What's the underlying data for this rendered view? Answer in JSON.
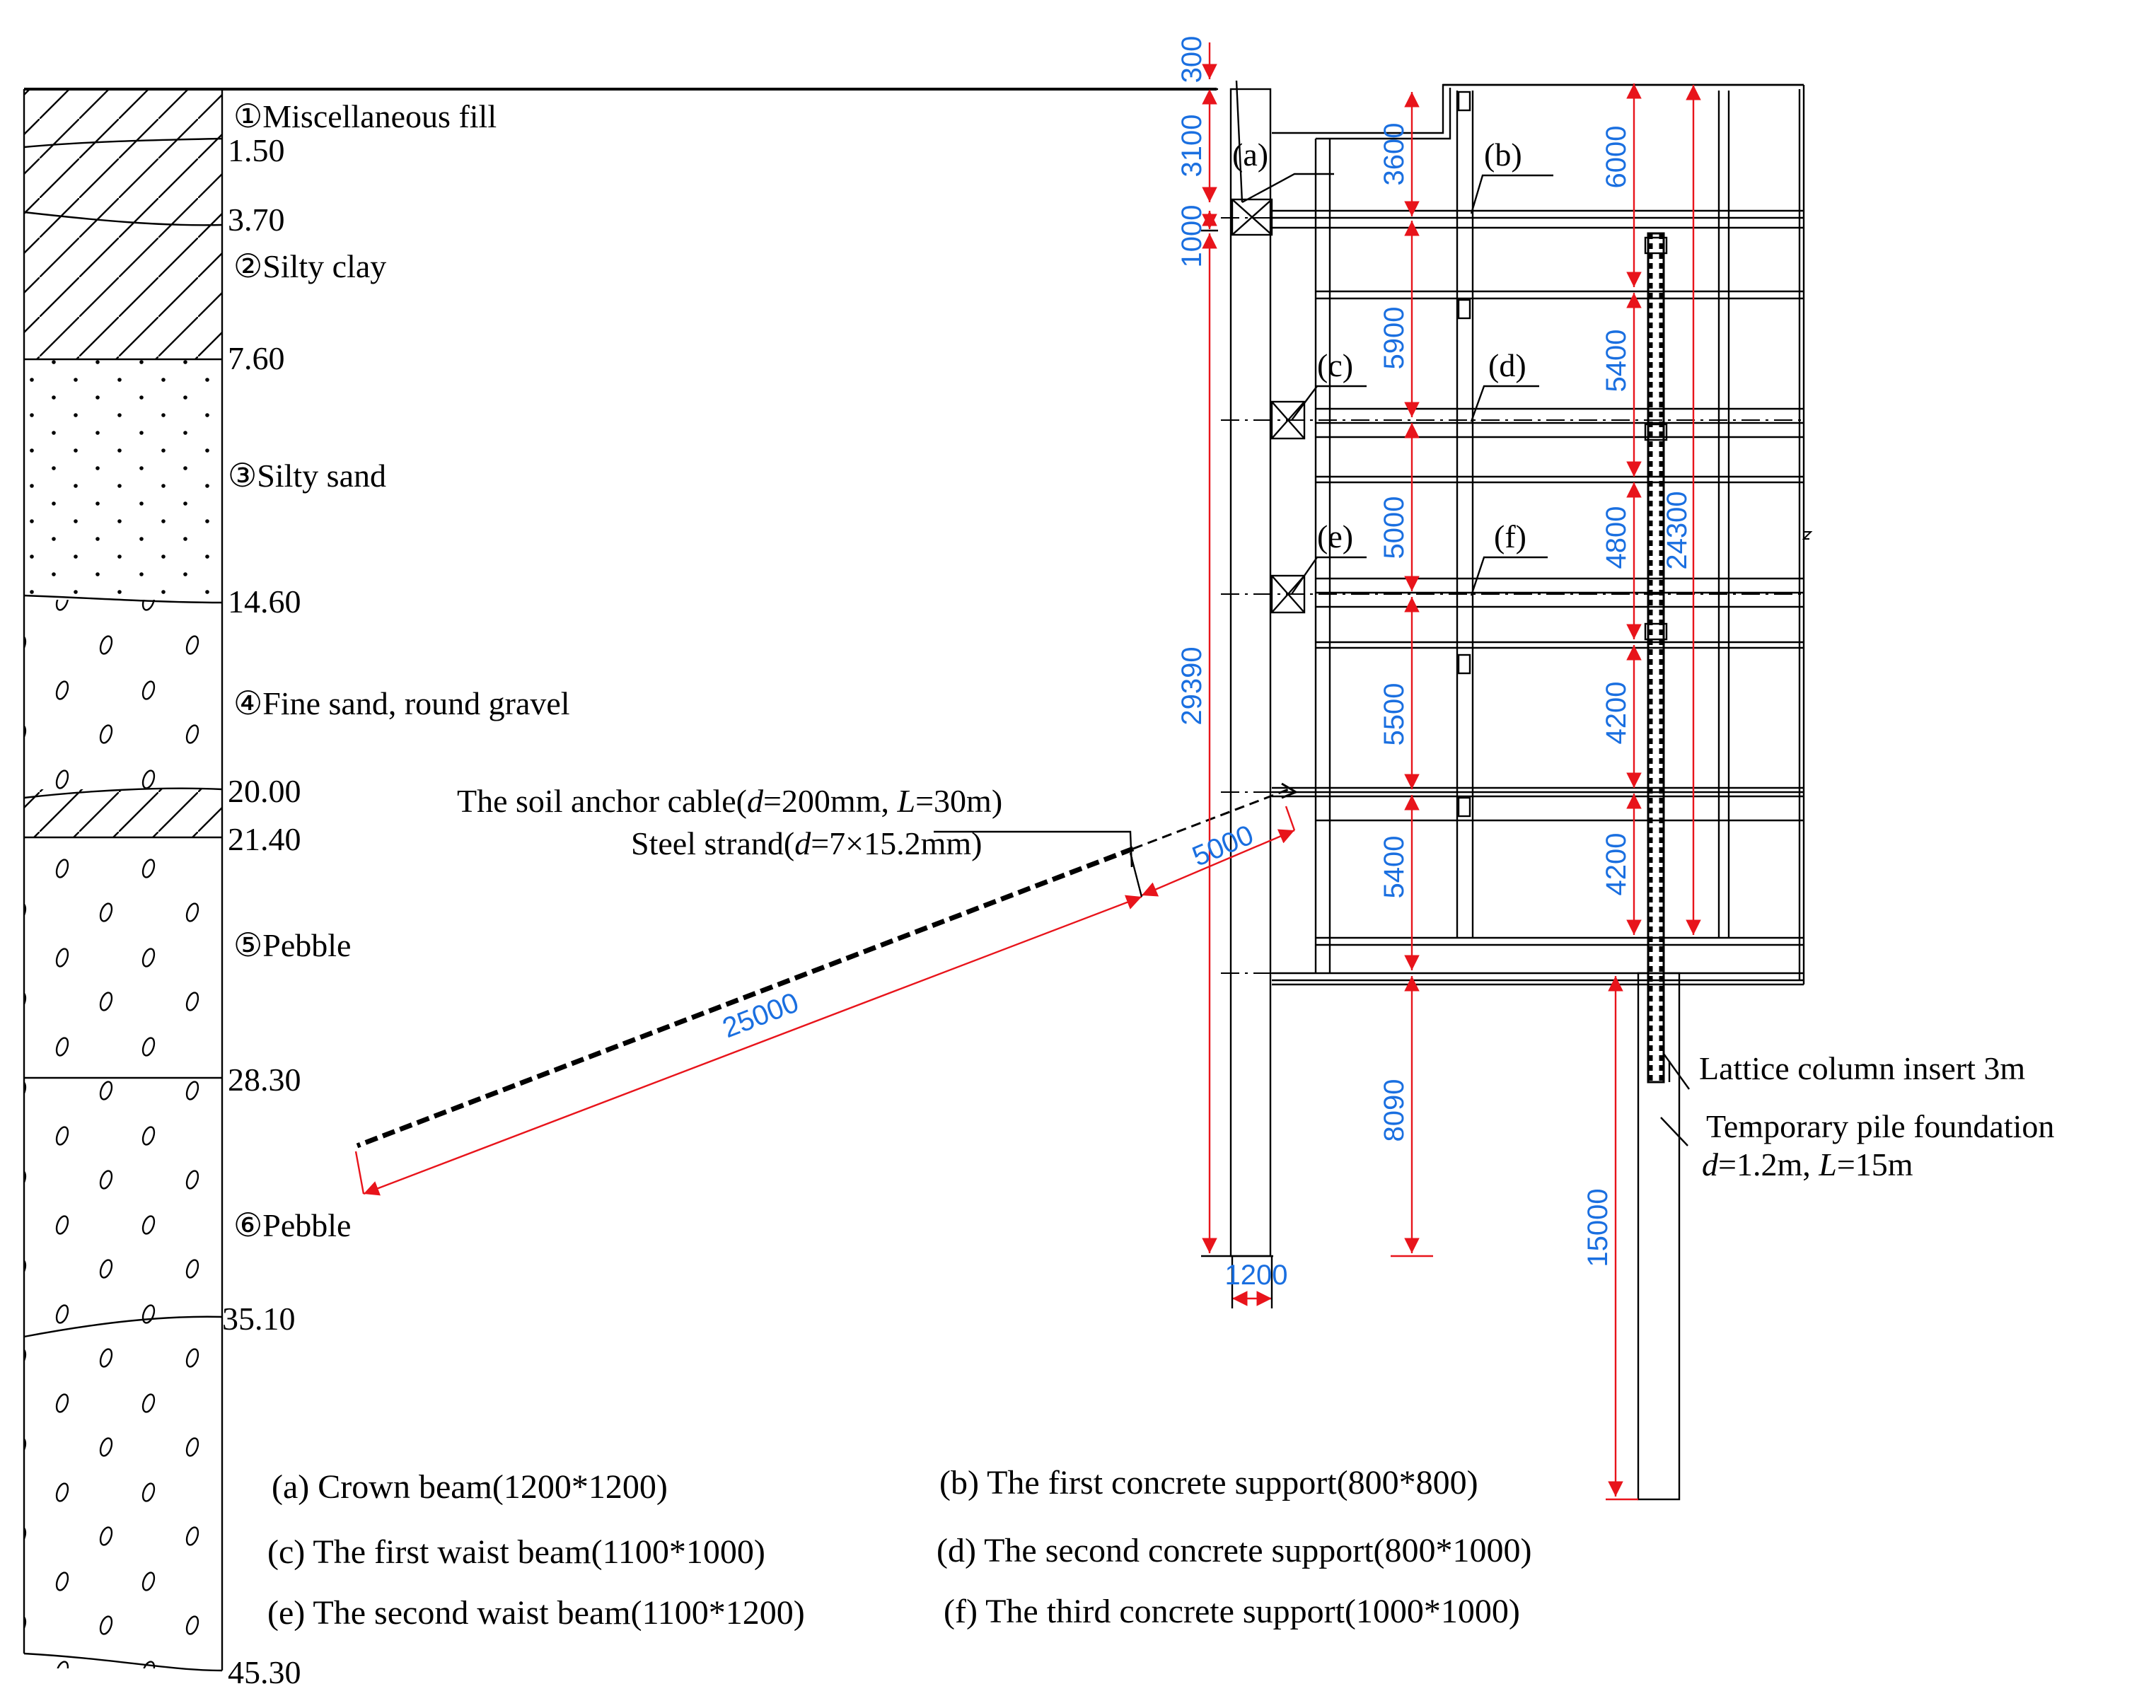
{
  "colors": {
    "line": "#000000",
    "dimension_line": "#e8141b",
    "dimension_text": "#1a6fe0"
  },
  "soil_column": {
    "depths": [
      "1.50",
      "3.70",
      "7.60",
      "14.60",
      "20.00",
      "21.40",
      "28.30",
      "35.10",
      "45.30"
    ],
    "layers": [
      {
        "id": "fill",
        "label": "①Miscellaneous fill"
      },
      {
        "id": "silty_clay",
        "label": "②Silty clay"
      },
      {
        "id": "silty_sand",
        "label": "③Silty sand"
      },
      {
        "id": "fine_sand",
        "label": "④Fine sand, round gravel"
      },
      {
        "id": "pebble5",
        "label": "⑤Pebble"
      },
      {
        "id": "pebble6",
        "label": "⑥Pebble"
      }
    ]
  },
  "member_markers": {
    "a": "(a)",
    "b": "(b)",
    "c": "(c)",
    "d": "(d)",
    "e": "(e)",
    "f": "(f)"
  },
  "dimensions": {
    "d300": "300",
    "d3100": "3100",
    "d1000": "1000",
    "d29390": "29390",
    "d1200": "1200",
    "d3600": "3600",
    "d5900": "5900",
    "d5000": "5000",
    "d5500": "5500",
    "d5400": "5400",
    "d8090": "8090",
    "r6000": "6000",
    "r5400": "5400",
    "r4800": "4800",
    "r4200a": "4200",
    "r4200b": "4200",
    "d24300": "24300",
    "d15000": "15000",
    "anchor_free": "5000",
    "anchor_bond": "25000"
  },
  "annotations": {
    "anchor_cable": {
      "prefix": "The soil anchor cable(",
      "d_var": "d",
      "d_val": "=200mm, ",
      "l_var": "L",
      "l_val": "=30m)"
    },
    "steel_strand": {
      "prefix": "Steel strand(",
      "d_var": "d",
      "d_val": "=7×15.2mm)"
    },
    "lattice_insert": "Lattice column insert 3m",
    "temp_pile_line1": "Temporary pile foundation",
    "temp_pile_line2": {
      "d_var": "d",
      "d_val": "=1.2m, ",
      "l_var": "L",
      "l_val": "=15m"
    }
  },
  "legend": {
    "a": "(a) Crown beam(1200*1200)",
    "b": "(b) The first concrete support(800*800)",
    "c": "(c) The first waist beam(1100*1000)",
    "d": "(d) The second concrete support(800*1000)",
    "e": "(e) The second waist beam(1100*1200)",
    "f": "(f) The third concrete support(1000*1000)"
  }
}
